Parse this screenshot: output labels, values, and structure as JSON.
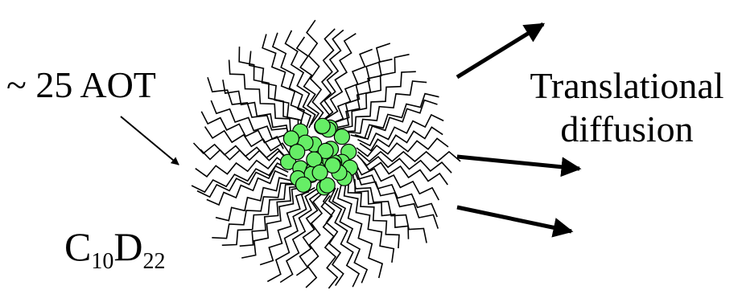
{
  "labels": {
    "surfactant_count": "~ 25 AOT",
    "motion_line1": "Translational",
    "motion_line2": "diffusion",
    "solvent_C": "C",
    "solvent_C_sub": "10",
    "solvent_D": "D",
    "solvent_D_sub": "22"
  },
  "colors": {
    "headgroup_fill": "#66ee66",
    "line": "#000000",
    "background": "#ffffff"
  },
  "micelle": {
    "chain_count": 58,
    "headgroup_count": 34,
    "arrow_count": 3
  }
}
